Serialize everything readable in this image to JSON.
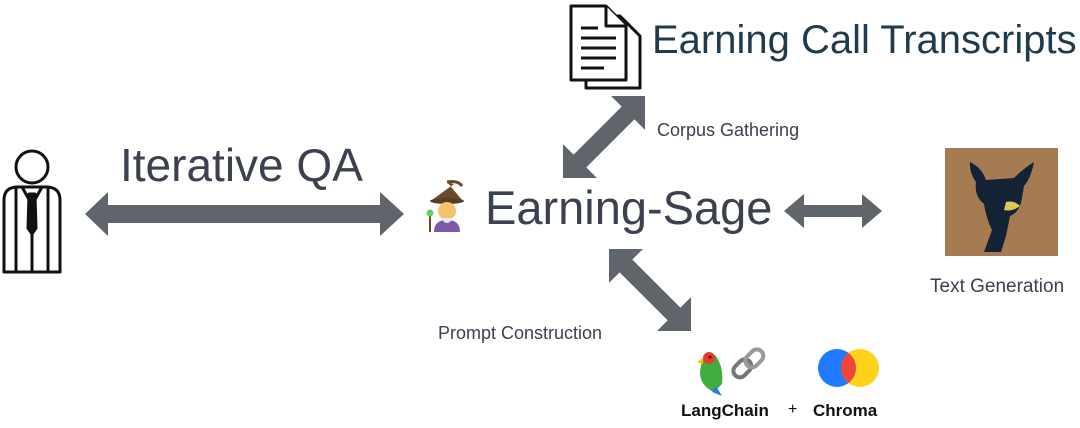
{
  "labels": {
    "transcripts": "Earning Call Transcripts",
    "iterative_qa": "Iterative QA",
    "earning_sage": "Earning-Sage",
    "corpus_gathering": "Corpus Gathering",
    "prompt_construction": "Prompt Construction",
    "text_generation": "Text Generation",
    "langchain": "LangChain",
    "plus": "+",
    "chroma": "Chroma"
  },
  "icons": {
    "user": "businessman-icon",
    "document": "documents-icon",
    "sage": "wizard-emoji-icon",
    "model": "deer-logo-icon",
    "langchain": "parrot-chain-icon",
    "chroma": "chroma-logo-icon"
  },
  "colors": {
    "arrow": "#60656c",
    "text": "#3c4150",
    "title": "#1f3b4d",
    "chroma_blue": "#1e7bff",
    "chroma_red": "#f0463a",
    "chroma_yellow": "#ffd21e",
    "model_bg": "#a77b52"
  }
}
